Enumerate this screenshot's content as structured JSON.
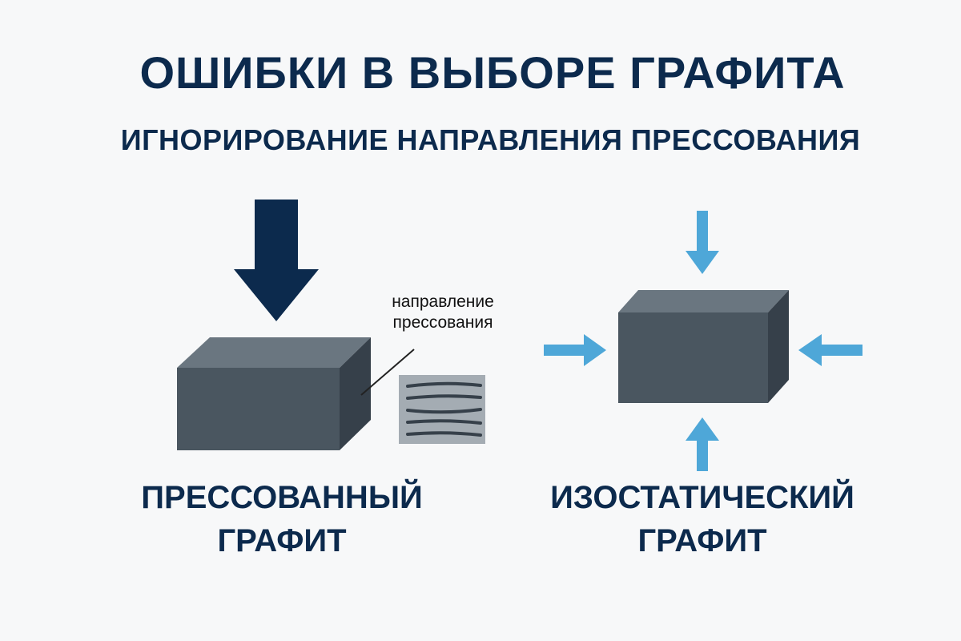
{
  "title": "ОШИБКИ В ВЫБОРЕ ГРАФИТА",
  "subtitle": "ИГНОРИРОВАНИЕ НАПРАВЛЕНИЯ ПРЕССОВАНИЯ",
  "pressed": {
    "annotation_line1": "направление",
    "annotation_line2": "прессования",
    "caption_line1": "ПРЕССОВАННЫЙ",
    "caption_line2": "ГРАФИТ",
    "arrow_color": "#0c2a4d",
    "arrow_icon": "down-arrow-icon"
  },
  "isostatic": {
    "caption_line1": "ИЗОСТАТИЧЕСКИЙ",
    "caption_line2": "ГРАФИТ",
    "arrow_color": "#4ea7d8",
    "arrow_icons": [
      "down-arrow-icon",
      "up-arrow-icon",
      "right-arrow-icon",
      "left-arrow-icon"
    ]
  },
  "colors": {
    "title": "#0c2a4d",
    "block_front": "#4a5660",
    "block_top": "#6a7680",
    "block_side": "#36404a",
    "texture_bg": "#a4acb3",
    "texture_lines": "#36404a"
  }
}
